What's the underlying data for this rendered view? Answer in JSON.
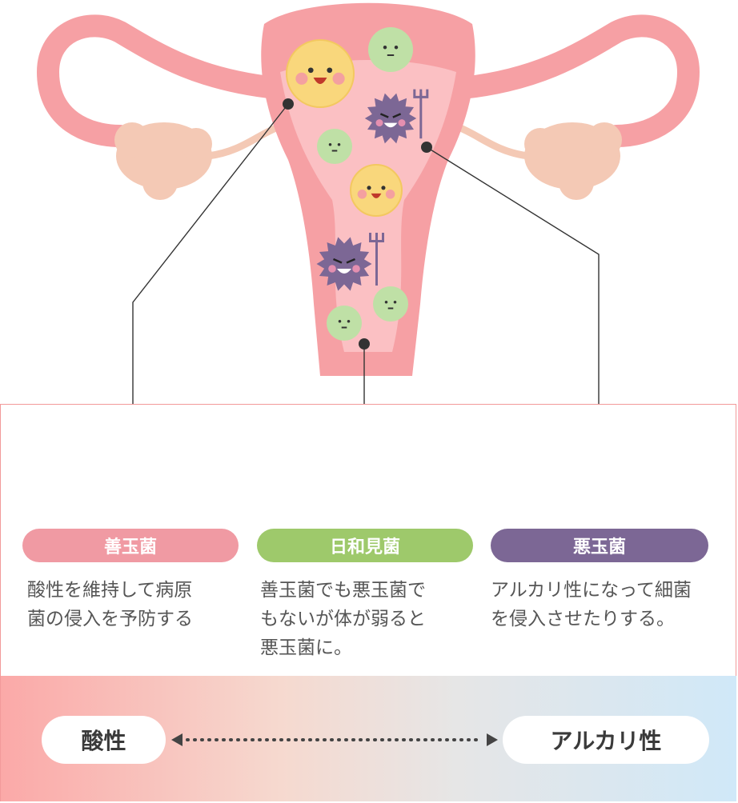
{
  "categories": [
    {
      "id": "good",
      "label": "善玉菌",
      "description": "酸性を維持して病原\n菌の侵入を予防する",
      "color": "#f09aa3"
    },
    {
      "id": "neutral",
      "label": "日和見菌",
      "description": "善玉菌でも悪玉菌で\nもないが体が弱ると\n悪玉菌に。",
      "color": "#9ec96b"
    },
    {
      "id": "bad",
      "label": "悪玉菌",
      "description": "アルカリ性になって細菌\nを侵入させたりする。",
      "color": "#7c6795"
    }
  ],
  "ph_scale": {
    "left": "酸性",
    "right": "アルカリ性"
  },
  "colors": {
    "uterus": "#f6a0a4",
    "uterus_inner": "#fbc0c3",
    "ovary": "#f4c9b5",
    "good": "#f9d77c",
    "neutral": "#bfe0a6",
    "bad": "#7c6795"
  }
}
